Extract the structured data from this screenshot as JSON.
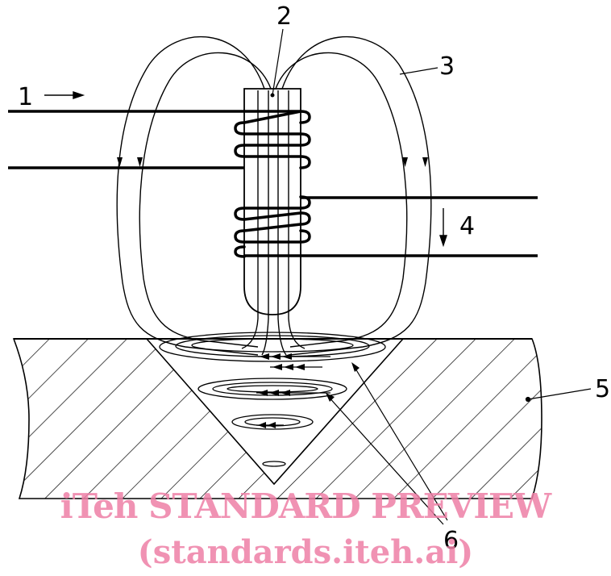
{
  "labels": {
    "one": "1",
    "two": "2",
    "three": "3",
    "four": "4",
    "five": "5",
    "six": "6"
  },
  "watermark": {
    "line1": "iTeh STANDARD PREVIEW",
    "line2": "(standards.iteh.ai)"
  },
  "colors": {
    "ink": "#000000",
    "watermark": "#ee7fa6",
    "background": "#ffffff"
  }
}
